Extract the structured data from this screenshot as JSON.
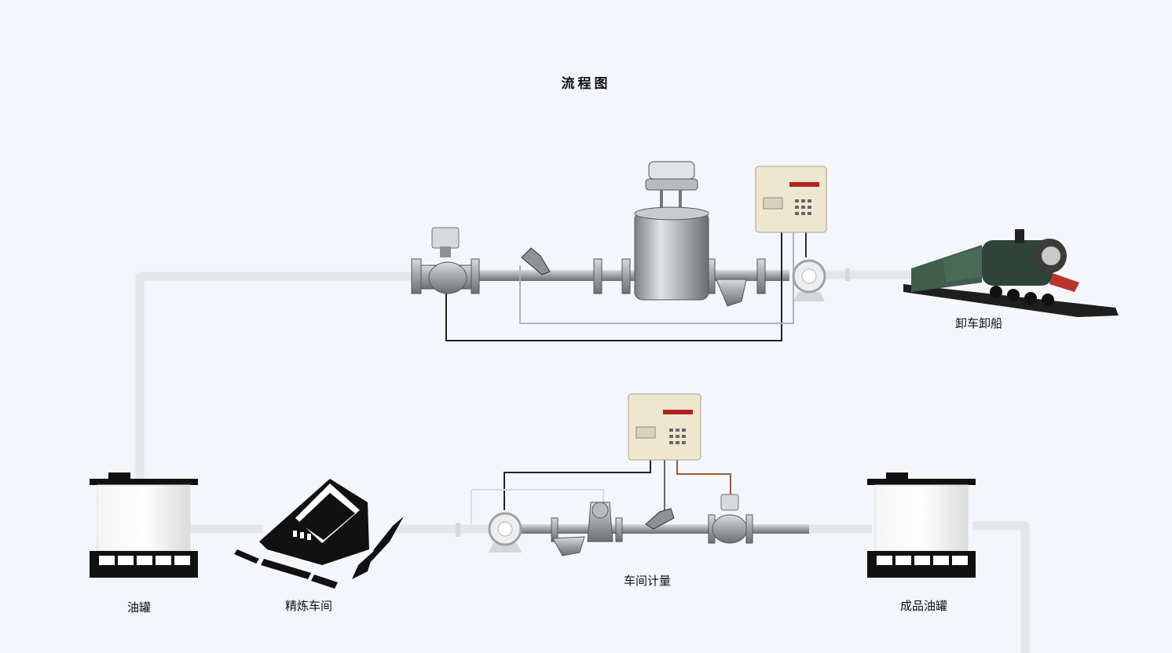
{
  "title": "流程图",
  "labels": {
    "unload": "卸车卸船",
    "oil_tank": "油罐",
    "refinery": "精炼车间",
    "workshop_metering": "车间计量",
    "product_tank": "成品油罐"
  },
  "colors": {
    "pipe": "#e4e6e8",
    "signal_wire": "#222222",
    "signal_wire_light": "#a9b6bc",
    "signal_wire_brown": "#9a5a3c",
    "metal": "#a7abae",
    "controller_panel": "#eee7cf",
    "display_red": "#b22222",
    "train_body": "#3f5c4c"
  }
}
